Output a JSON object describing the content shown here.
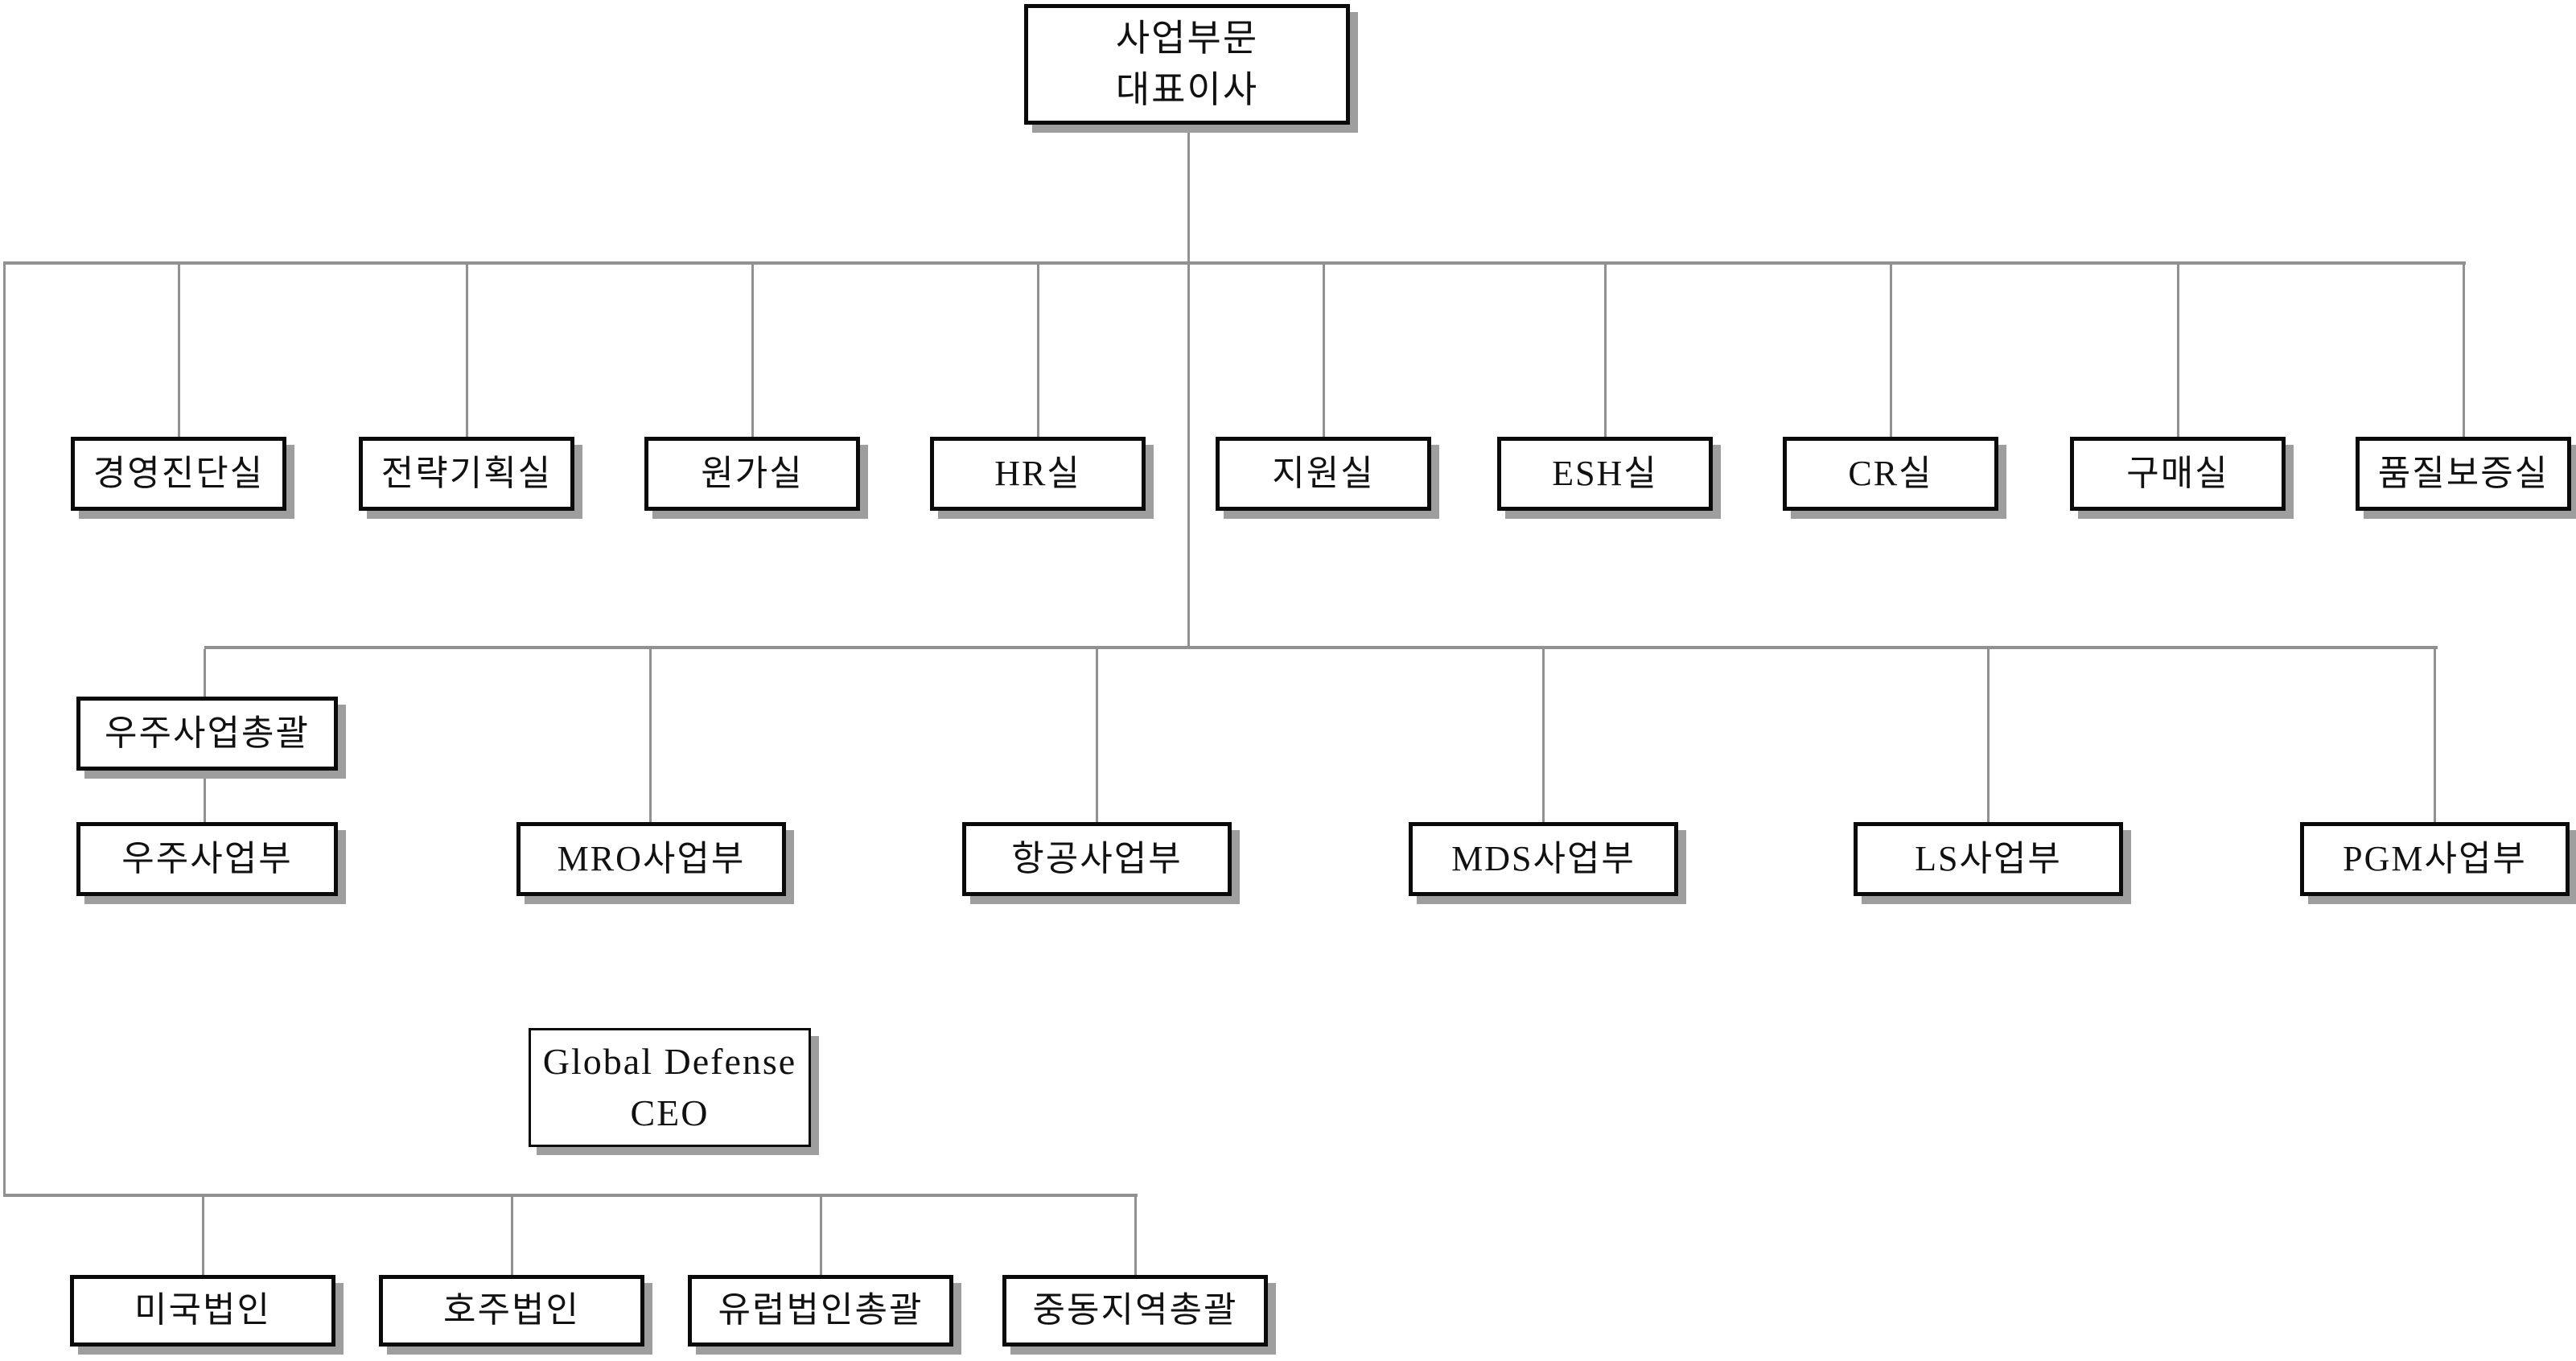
{
  "colors": {
    "background": "#ffffff",
    "box_fill": "#ffffff",
    "box_border": "#0a0a0a",
    "box_shadow": "#9e9e9e",
    "connector": "#919191",
    "text": "#111111"
  },
  "chart": {
    "root": {
      "line1": "사업부문",
      "line2": "대표이사"
    },
    "staff": [
      "경영진단실",
      "전략기획실",
      "원가실",
      "HR실",
      "지원실",
      "ESH실",
      "CR실",
      "구매실",
      "품질보증실"
    ],
    "space": {
      "head": "우주사업총괄",
      "division": "우주사업부"
    },
    "divisions": [
      "MRO사업부",
      "항공사업부",
      "MDS사업부",
      "LS사업부",
      "PGM사업부"
    ],
    "global_defense": {
      "line1": "Global Defense",
      "line2": "CEO"
    },
    "overseas": [
      "미국법인",
      "호주법인",
      "유럽법인총괄",
      "중동지역총괄"
    ]
  }
}
